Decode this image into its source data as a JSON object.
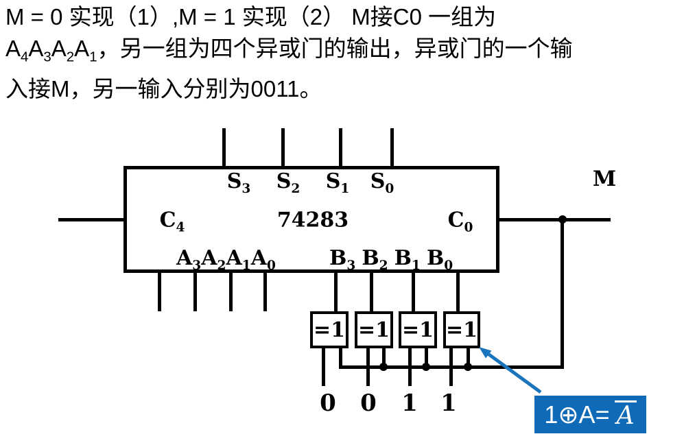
{
  "colors": {
    "line": "#000000",
    "annotation_bg": "#0F6AB8",
    "annotation_fg": "#FFFFFF",
    "arrow": "#1B75BC"
  },
  "description": {
    "line1": "M = 0 实现（1）,M = 1 实现（2） M接C0 一组为",
    "line2_terms": [
      {
        "base": "A",
        "sub": "4"
      },
      {
        "base": "A",
        "sub": "3"
      },
      {
        "base": "A",
        "sub": "2"
      },
      {
        "base": "A",
        "sub": "1"
      }
    ],
    "line2_rest": "，另一组为四个异或门的输出，异或门的一个输",
    "line3": "入接M，另一输入分别为0011。"
  },
  "chip": {
    "name": "74283",
    "sum_outputs": [
      {
        "base": "S",
        "sub": "3"
      },
      {
        "base": "S",
        "sub": "2"
      },
      {
        "base": "S",
        "sub": "1"
      },
      {
        "base": "S",
        "sub": "0"
      }
    ],
    "carry_out": {
      "base": "C",
      "sub": "4"
    },
    "carry_in": {
      "base": "C",
      "sub": "0"
    },
    "a_inputs": [
      {
        "base": "A",
        "sub": "3"
      },
      {
        "base": "A",
        "sub": "2"
      },
      {
        "base": "A",
        "sub": "1"
      },
      {
        "base": "A",
        "sub": "0"
      }
    ],
    "b_inputs": [
      {
        "base": "B",
        "sub": "3"
      },
      {
        "base": "B",
        "sub": "2"
      },
      {
        "base": "B",
        "sub": "1"
      },
      {
        "base": "B",
        "sub": "0"
      }
    ]
  },
  "mode_signal": {
    "label": "M"
  },
  "xor_gates": {
    "symbol": "=1",
    "constant_inputs": [
      "0",
      "0",
      "1",
      "1"
    ]
  },
  "annotation": {
    "formula_prefix": "1⊕A=",
    "formula_negated": "A"
  }
}
